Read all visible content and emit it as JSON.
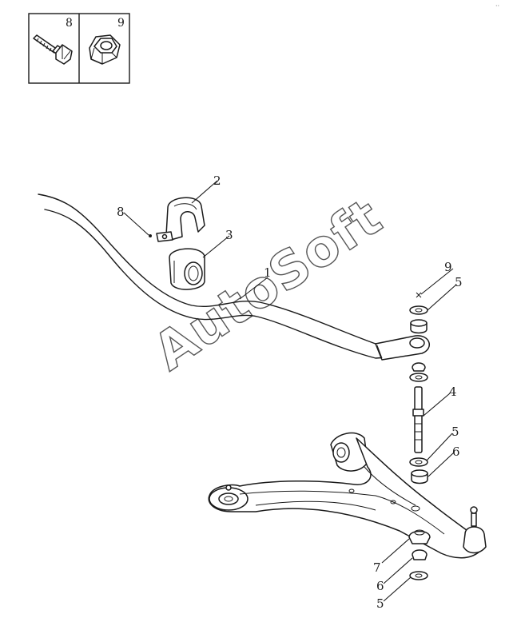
{
  "watermark": "AutoSoft",
  "corner_mark": "··",
  "legend": {
    "items": [
      {
        "number": "8",
        "icon": "bolt-icon"
      },
      {
        "number": "9",
        "icon": "nut-icon"
      }
    ]
  },
  "callouts": {
    "c1": "1",
    "c2": "2",
    "c3": "3",
    "c4": "4",
    "c5a": "5",
    "c5b": "5",
    "c5c": "5",
    "c6a": "6",
    "c6b": "6",
    "c7": "7",
    "c8": "8",
    "c9": "9"
  }
}
